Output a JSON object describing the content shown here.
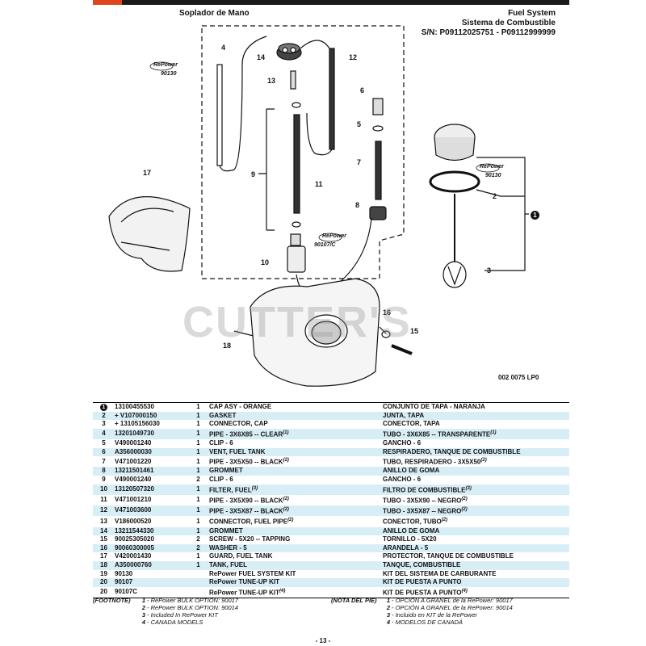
{
  "header": {
    "left_title": "Soplador de Mano",
    "right_line1": "Fuel System",
    "right_line2": "Sistema de Combustible",
    "right_line3": "S/N: P09112025751 - P09112999999"
  },
  "diagram": {
    "callouts": [
      "1",
      "2",
      "3",
      "4",
      "5",
      "6",
      "7",
      "8",
      "9",
      "10",
      "11",
      "12",
      "13",
      "14",
      "15",
      "16",
      "17",
      "18"
    ],
    "repower_logo": "RePower",
    "repower_codes": [
      "90130",
      "90130",
      "90107/C"
    ],
    "watermark": "CUTTER'S",
    "doc_number": "002 0075 LP0"
  },
  "parts": [
    {
      "ref": "1",
      "ref_circle": true,
      "pn": "13100455530",
      "qty": "1",
      "en": "CAP ASY - ORANGE",
      "es": "CONJUNTO DE TAPA - NARANJA"
    },
    {
      "ref": "2",
      "pn": "+ V107000150",
      "qty": "1",
      "en": "GASKET",
      "es": "JUNTA, TAPA"
    },
    {
      "ref": "3",
      "pn": "+ 13105156030",
      "qty": "1",
      "en": "CONNECTOR, CAP",
      "es": "CONECTOR, TAPA"
    },
    {
      "ref": "4",
      "pn": "13201049730",
      "qty": "1",
      "en": "PIPE - 3X6X85 -- CLEAR",
      "en_sup": "(1)",
      "es": "TUBO - 3X6X85 -- TRANSPARENTE",
      "es_sup": "(1)"
    },
    {
      "ref": "5",
      "pn": "V490001240",
      "qty": "1",
      "en": "CLIP - 6",
      "es": "GANCHO - 6"
    },
    {
      "ref": "6",
      "pn": "A356000030",
      "qty": "1",
      "en": "VENT, FUEL TANK",
      "es": "RESPIRADERO, TANQUE DE COMBUSTIBLE"
    },
    {
      "ref": "7",
      "pn": "V471001220",
      "qty": "1",
      "en": "PIPE - 3X5X50 -- BLACK",
      "en_sup": "(2)",
      "es": "TUBO, RESPIRADERO - 3X5X50",
      "es_sup": "(2)"
    },
    {
      "ref": "8",
      "pn": "13211501461",
      "qty": "1",
      "en": "GROMMET",
      "es": "ANILLO DE GOMA"
    },
    {
      "ref": "9",
      "pn": "V490001240",
      "qty": "2",
      "en": "CLIP - 6",
      "es": "GANCHO - 6"
    },
    {
      "ref": "10",
      "pn": "13120507320",
      "qty": "1",
      "en": "FILTER, FUEL",
      "en_sup": "(3)",
      "es": "FILTRO DE COMBUSTIBLE",
      "es_sup": "(3)"
    },
    {
      "ref": "11",
      "pn": "V471001210",
      "qty": "1",
      "en": "PIPE - 3X5X90 -- BLACK",
      "en_sup": "(2)",
      "es": "TUBO - 3X5X90 -- NEGRO",
      "es_sup": "(2)"
    },
    {
      "ref": "12",
      "pn": "V471003600",
      "qty": "1",
      "en": "PIPE - 3X5X87 -- BLACK",
      "en_sup": "(2)",
      "es": "TUBO - 3X5X87 -- NEGRO",
      "es_sup": "(2)"
    },
    {
      "ref": "13",
      "pn": "V186000520",
      "qty": "1",
      "en": "CONNECTOR, FUEL PIPE",
      "en_sup": "(2)",
      "es": "CONECTOR, TUBO",
      "es_sup": "(2)"
    },
    {
      "ref": "14",
      "pn": "13211544330",
      "qty": "1",
      "en": "GROMMET",
      "es": "ANILLO DE GOMA"
    },
    {
      "ref": "15",
      "pn": "90025305020",
      "qty": "2",
      "en": "SCREW - 5X20 -- TAPPING",
      "es": "TORNILLO - 5X20"
    },
    {
      "ref": "16",
      "pn": "90060300005",
      "qty": "2",
      "en": "WASHER - 5",
      "es": "ARANDELA - 5"
    },
    {
      "ref": "17",
      "pn": "V420001430",
      "qty": "1",
      "en": "GUARD, FUEL TANK",
      "es": "PROTECTOR, TANQUE DE COMBUSTIBLE"
    },
    {
      "ref": "18",
      "pn": "A350000760",
      "qty": "1",
      "en": "TANK, FUEL",
      "es": "TANQUE, COMBUSTIBLE"
    },
    {
      "ref": "19",
      "pn": "90130",
      "qty": "",
      "en": "RePower FUEL SYSTEM KIT",
      "es": "KIT DEL SISTEMA DE CARBURANTE"
    },
    {
      "ref": "20",
      "pn": "90107",
      "qty": "",
      "en": "RePower TUNE-UP KIT",
      "es": "KIT DE PUESTA A PUNTO"
    },
    {
      "ref": "20",
      "pn": "90107C",
      "qty": "",
      "en": "RePower TUNE-UP KIT",
      "en_sup": "(4)",
      "es": "KIT DE PUESTA A PUNTO",
      "es_sup": "(4)"
    }
  ],
  "footnotes": {
    "label_en": "(FOOTNOTE)",
    "label_es": "(NOTA DEL PIE)",
    "en": [
      {
        "n": "1",
        "t": "- RePower BULK OPTION: 90017"
      },
      {
        "n": "2",
        "t": "- RePower BULK OPTION: 90014"
      },
      {
        "n": "3",
        "t": "- Included In RePower KIT"
      },
      {
        "n": "4",
        "t": "- CANADA MODELS"
      }
    ],
    "es": [
      {
        "n": "1",
        "t": "- OPCIÓN A GRANEL de la RePower: 90017"
      },
      {
        "n": "2",
        "t": "- OPCIÓN A GRANEL de la RePower: 90014"
      },
      {
        "n": "3",
        "t": "- Incluido en KIT de la RePower"
      },
      {
        "n": "4",
        "t": "- MODELOS DE CANADÁ"
      }
    ]
  },
  "page_number": "- 13 -",
  "colors": {
    "accent": "#e0461b",
    "row_stripe": "#d8eef6"
  }
}
